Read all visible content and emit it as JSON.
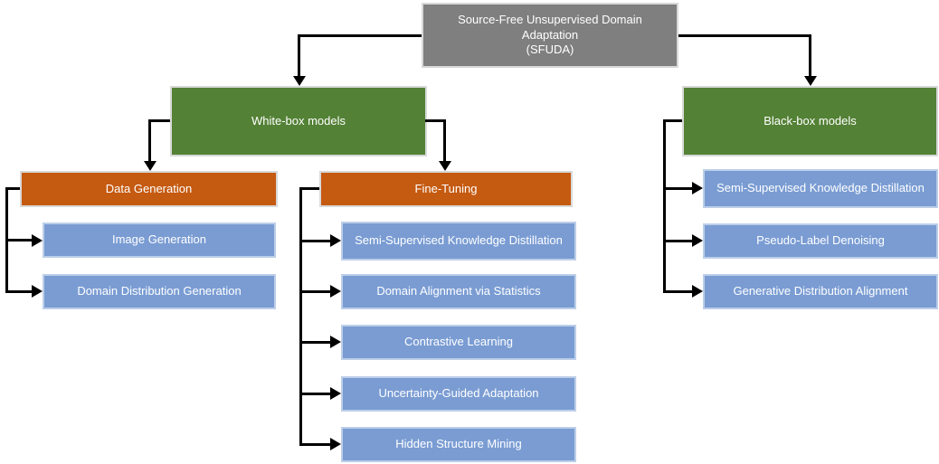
{
  "title": "SFUDA taxonomy diagram",
  "colors": {
    "root_fill": "#7F7F7F",
    "category_fill": "#538135",
    "subcategory_fill": "#C55A11",
    "leaf_fill": "#7A9CD3",
    "box_border": "#D9D9D9",
    "leaf_border": "#BCCEE8",
    "connector": "#000000",
    "text": "#FFFFFF",
    "background": "#FFFFFF"
  },
  "nodes": {
    "root": {
      "label": "Source-Free Unsupervised Domain\nAdaptation\n(SFUDA)"
    },
    "white_box": {
      "label": "White-box models"
    },
    "black_box": {
      "label": "Black-box models"
    },
    "data_generation": {
      "label": "Data Generation"
    },
    "fine_tuning": {
      "label": "Fine-Tuning"
    },
    "image_generation": {
      "label": "Image Generation"
    },
    "domain_distribution_generation": {
      "label": "Domain Distribution Generation"
    },
    "ft_sskd": {
      "label": "Semi-Supervised Knowledge Distillation"
    },
    "ft_domain_alignment": {
      "label": "Domain Alignment via Statistics"
    },
    "ft_contrastive": {
      "label": "Contrastive Learning"
    },
    "ft_uncertainty": {
      "label": "Uncertainty-Guided Adaptation"
    },
    "ft_hidden_structure": {
      "label": "Hidden Structure Mining"
    },
    "bb_sskd": {
      "label": "Semi-Supervised Knowledge Distillation"
    },
    "bb_pseudo_label": {
      "label": "Pseudo-Label Denoising"
    },
    "bb_generative": {
      "label": "Generative Distribution Alignment"
    }
  },
  "tree": {
    "root": [
      "white_box",
      "black_box"
    ],
    "white_box": [
      "data_generation",
      "fine_tuning"
    ],
    "black_box": [
      "bb_sskd",
      "bb_pseudo_label",
      "bb_generative"
    ],
    "data_generation": [
      "image_generation",
      "domain_distribution_generation"
    ],
    "fine_tuning": [
      "ft_sskd",
      "ft_domain_alignment",
      "ft_contrastive",
      "ft_uncertainty",
      "ft_hidden_structure"
    ]
  }
}
